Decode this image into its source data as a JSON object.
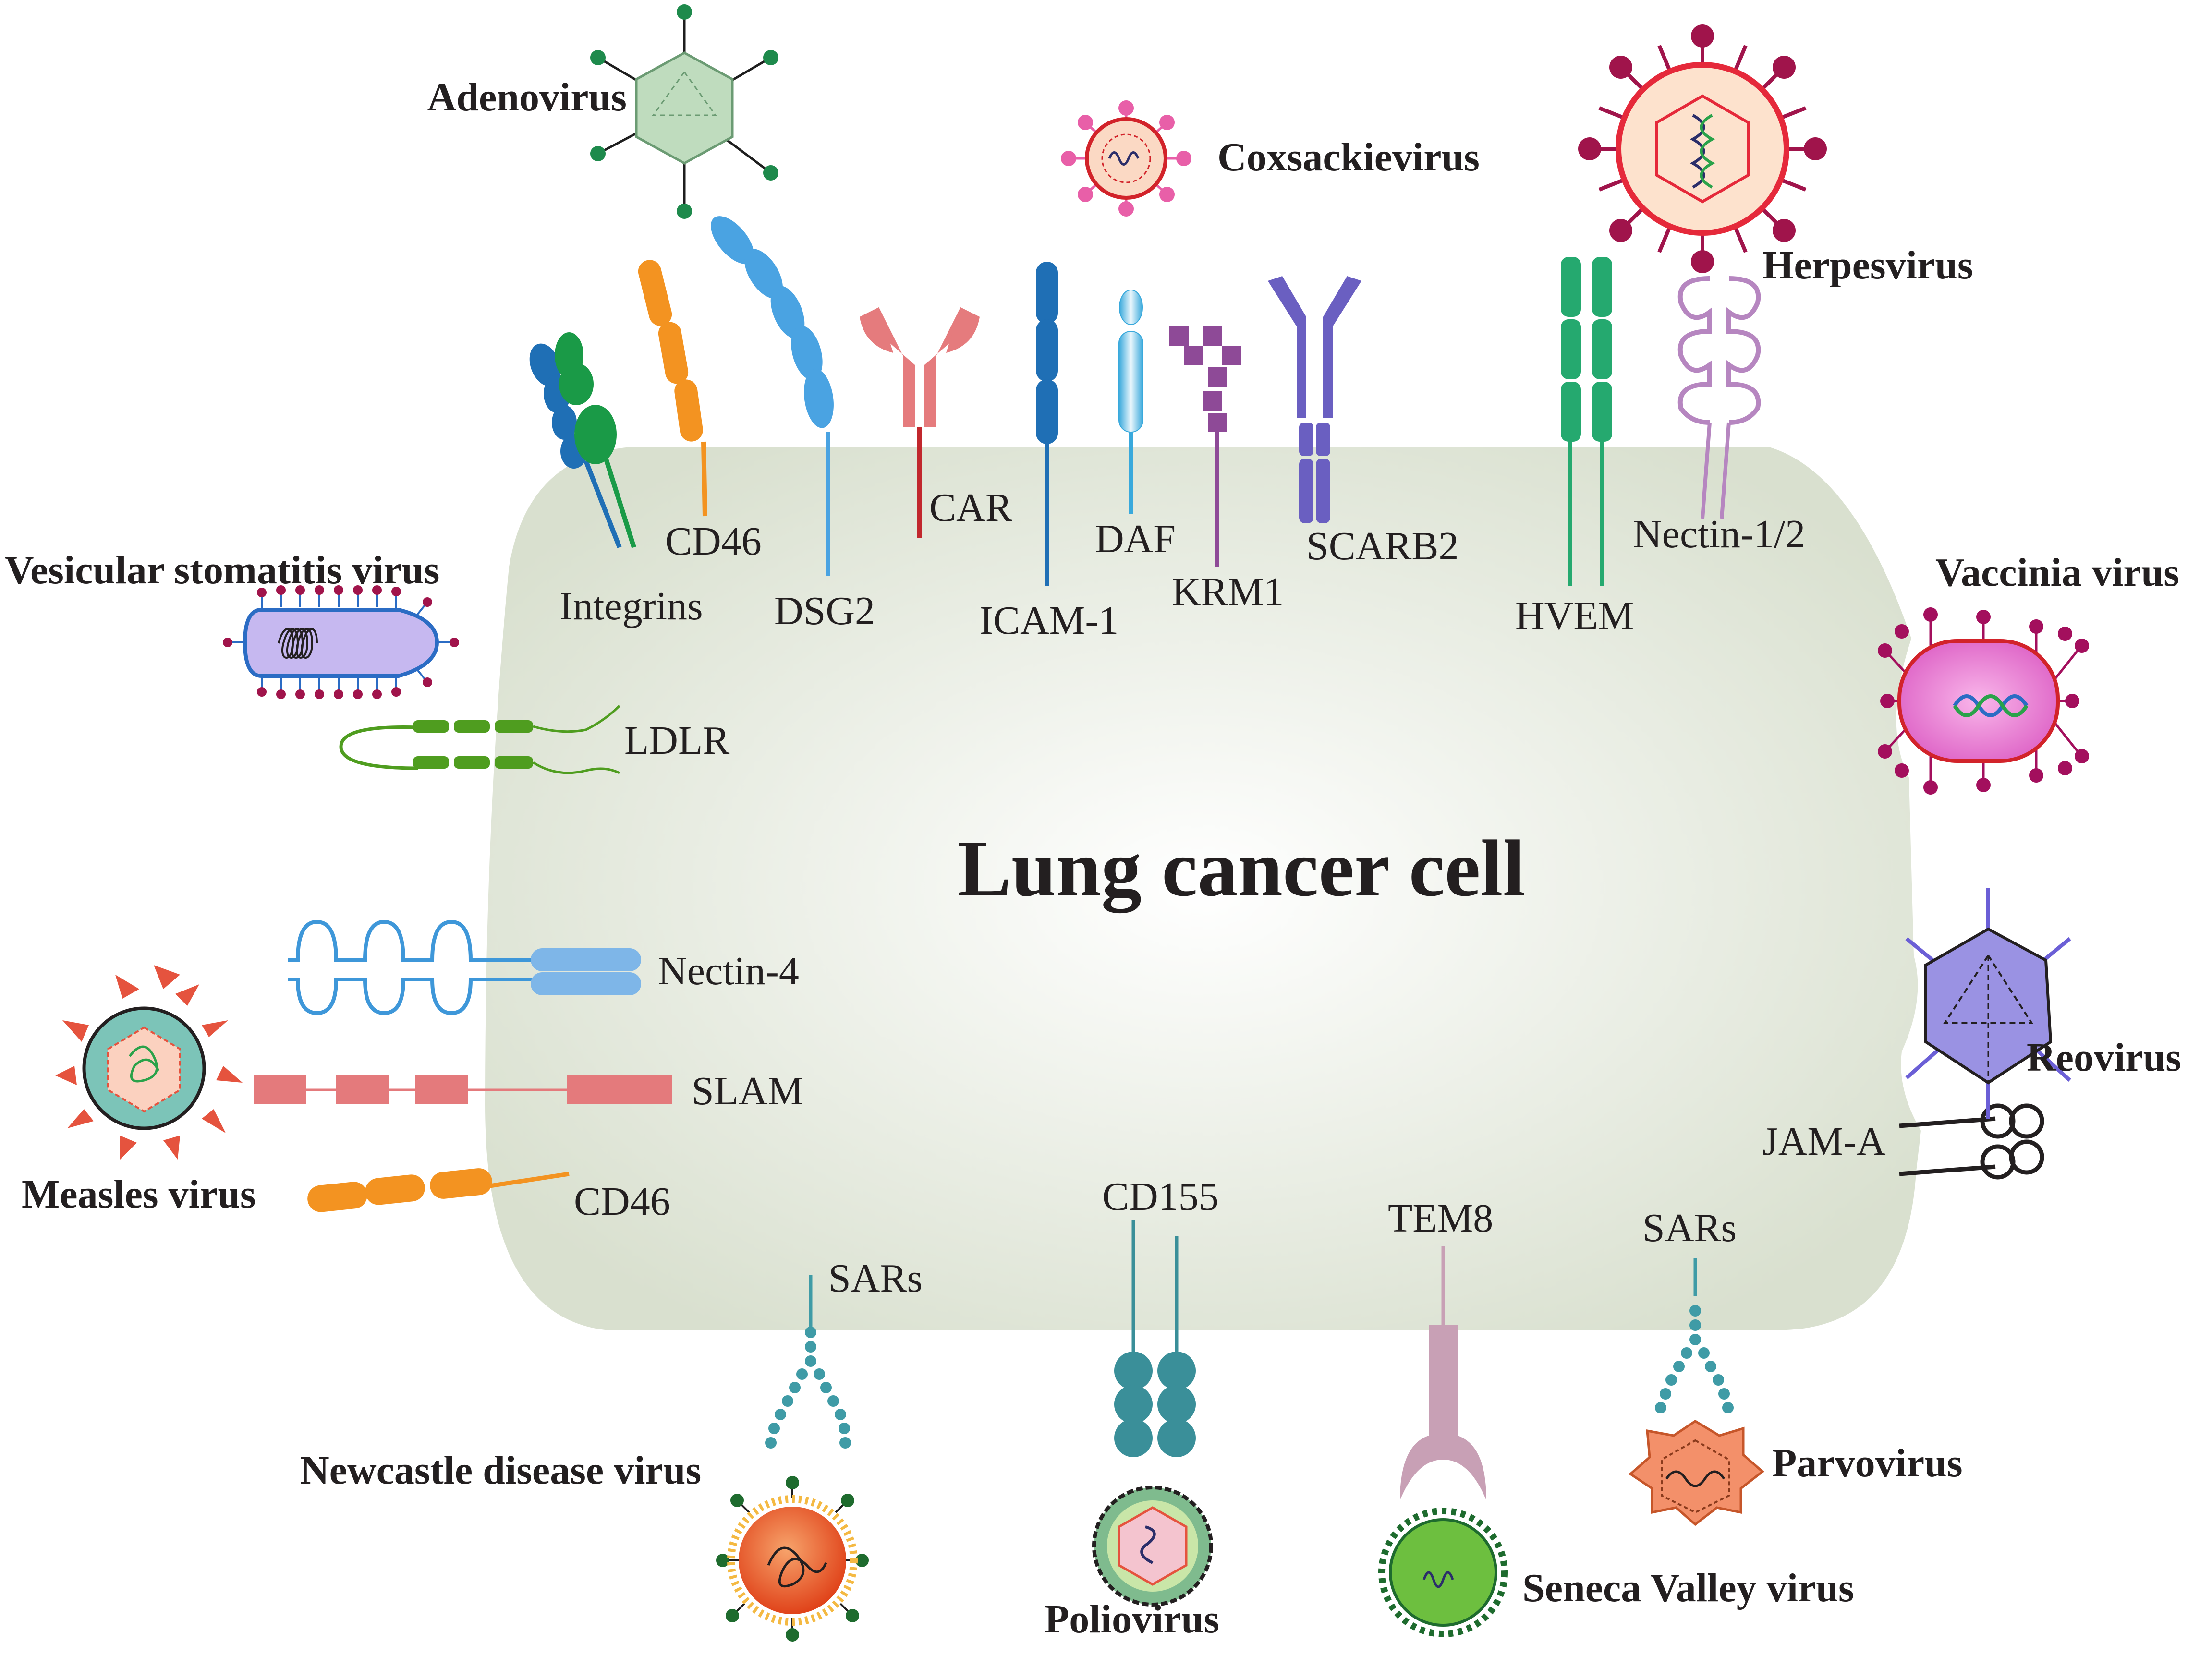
{
  "cell": {
    "title": "Lung cancer cell"
  },
  "viruses": {
    "adenovirus": "Adenovirus",
    "coxsackievirus": "Coxsackievirus",
    "herpesvirus": "Herpesvirus",
    "vsv": "Vesicular stomatitis virus",
    "vaccinia": "Vaccinia virus",
    "reovirus": "Reovirus",
    "measles": "Measles virus",
    "newcastle": "Newcastle disease virus",
    "poliovirus": "Poliovirus",
    "seneca": "Seneca Valley virus",
    "parvovirus": "Parvovirus"
  },
  "receptors": {
    "integrins": "Integrins",
    "cd46_top": "CD46",
    "dsg2": "DSG2",
    "car": "CAR",
    "icam1": "ICAM-1",
    "daf": "DAF",
    "krm1": "KRM1",
    "scarb2": "SCARB2",
    "hvem": "HVEM",
    "nectin12": "Nectin-1/2",
    "ldlr": "LDLR",
    "nectin4": "Nectin-4",
    "slam": "SLAM",
    "cd46_left": "CD46",
    "jama": "JAM-A",
    "sars_ndv": "SARs",
    "cd155": "CD155",
    "tem8": "TEM8",
    "sars_parvo": "SARs"
  },
  "colors": {
    "cell_center": "#ffffff",
    "cell_edge": "#d9e0cf",
    "integrin_blue": "#1f6fb5",
    "integrin_green": "#1a9a47",
    "cd46_orange": "#f39321",
    "dsg2_blue": "#4aa3e2",
    "car_pink": "#e57b7d",
    "car_red": "#c1272d",
    "icam_blue": "#1f6fb5",
    "daf_blue": "#39a9dc",
    "krm1_purple": "#8e4a97",
    "scarb2_purple": "#6a5fc1",
    "hvem_green": "#25a96f",
    "nectin12_purple": "#b686c0",
    "ldlr_green": "#4f9d1f",
    "nectin4_blue": "#7eb6e8",
    "slam_pink": "#e47a7c",
    "sars_teal": "#3f9ba6",
    "cd155_teal": "#3a8f99",
    "tem8_mauve": "#c8a0b5",
    "adeno_green": "#1e8a4c",
    "coxsackie_pink": "#e85fa8",
    "herpes_crimson": "#a0144b",
    "vaccinia_magenta": "#a30f5d",
    "reo_purple": "#6b5fd6",
    "measles_orange": "#e5533e",
    "ndv_orange": "#ef6b20",
    "polio_green": "#3a7d32",
    "seneca_green": "#6dbf3f",
    "parvo_salmon": "#f3906a"
  }
}
